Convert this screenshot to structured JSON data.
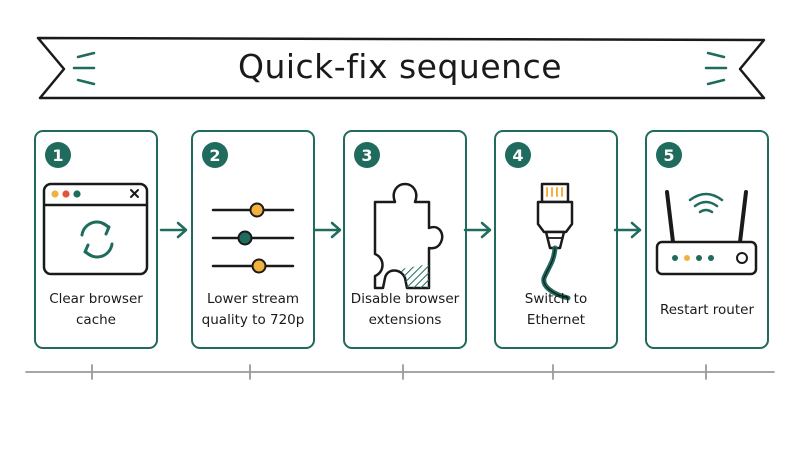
{
  "title": "Quick-fix sequence",
  "colors": {
    "accent": "#1f6b5e",
    "dot_orange": "#f2b13e",
    "dot_red": "#e2553b",
    "knob_teal": "#1f6b5e"
  },
  "steps": [
    {
      "number": "1",
      "label": "Clear browser cache",
      "icon": "browser-refresh-icon"
    },
    {
      "number": "2",
      "label": "Lower stream quality to 720p",
      "icon": "sliders-icon"
    },
    {
      "number": "3",
      "label": "Disable browser extensions",
      "icon": "puzzle-piece-icon"
    },
    {
      "number": "4",
      "label": "Switch to Ethernet",
      "icon": "ethernet-cable-icon"
    },
    {
      "number": "5",
      "label": "Restart router",
      "icon": "router-icon"
    }
  ]
}
